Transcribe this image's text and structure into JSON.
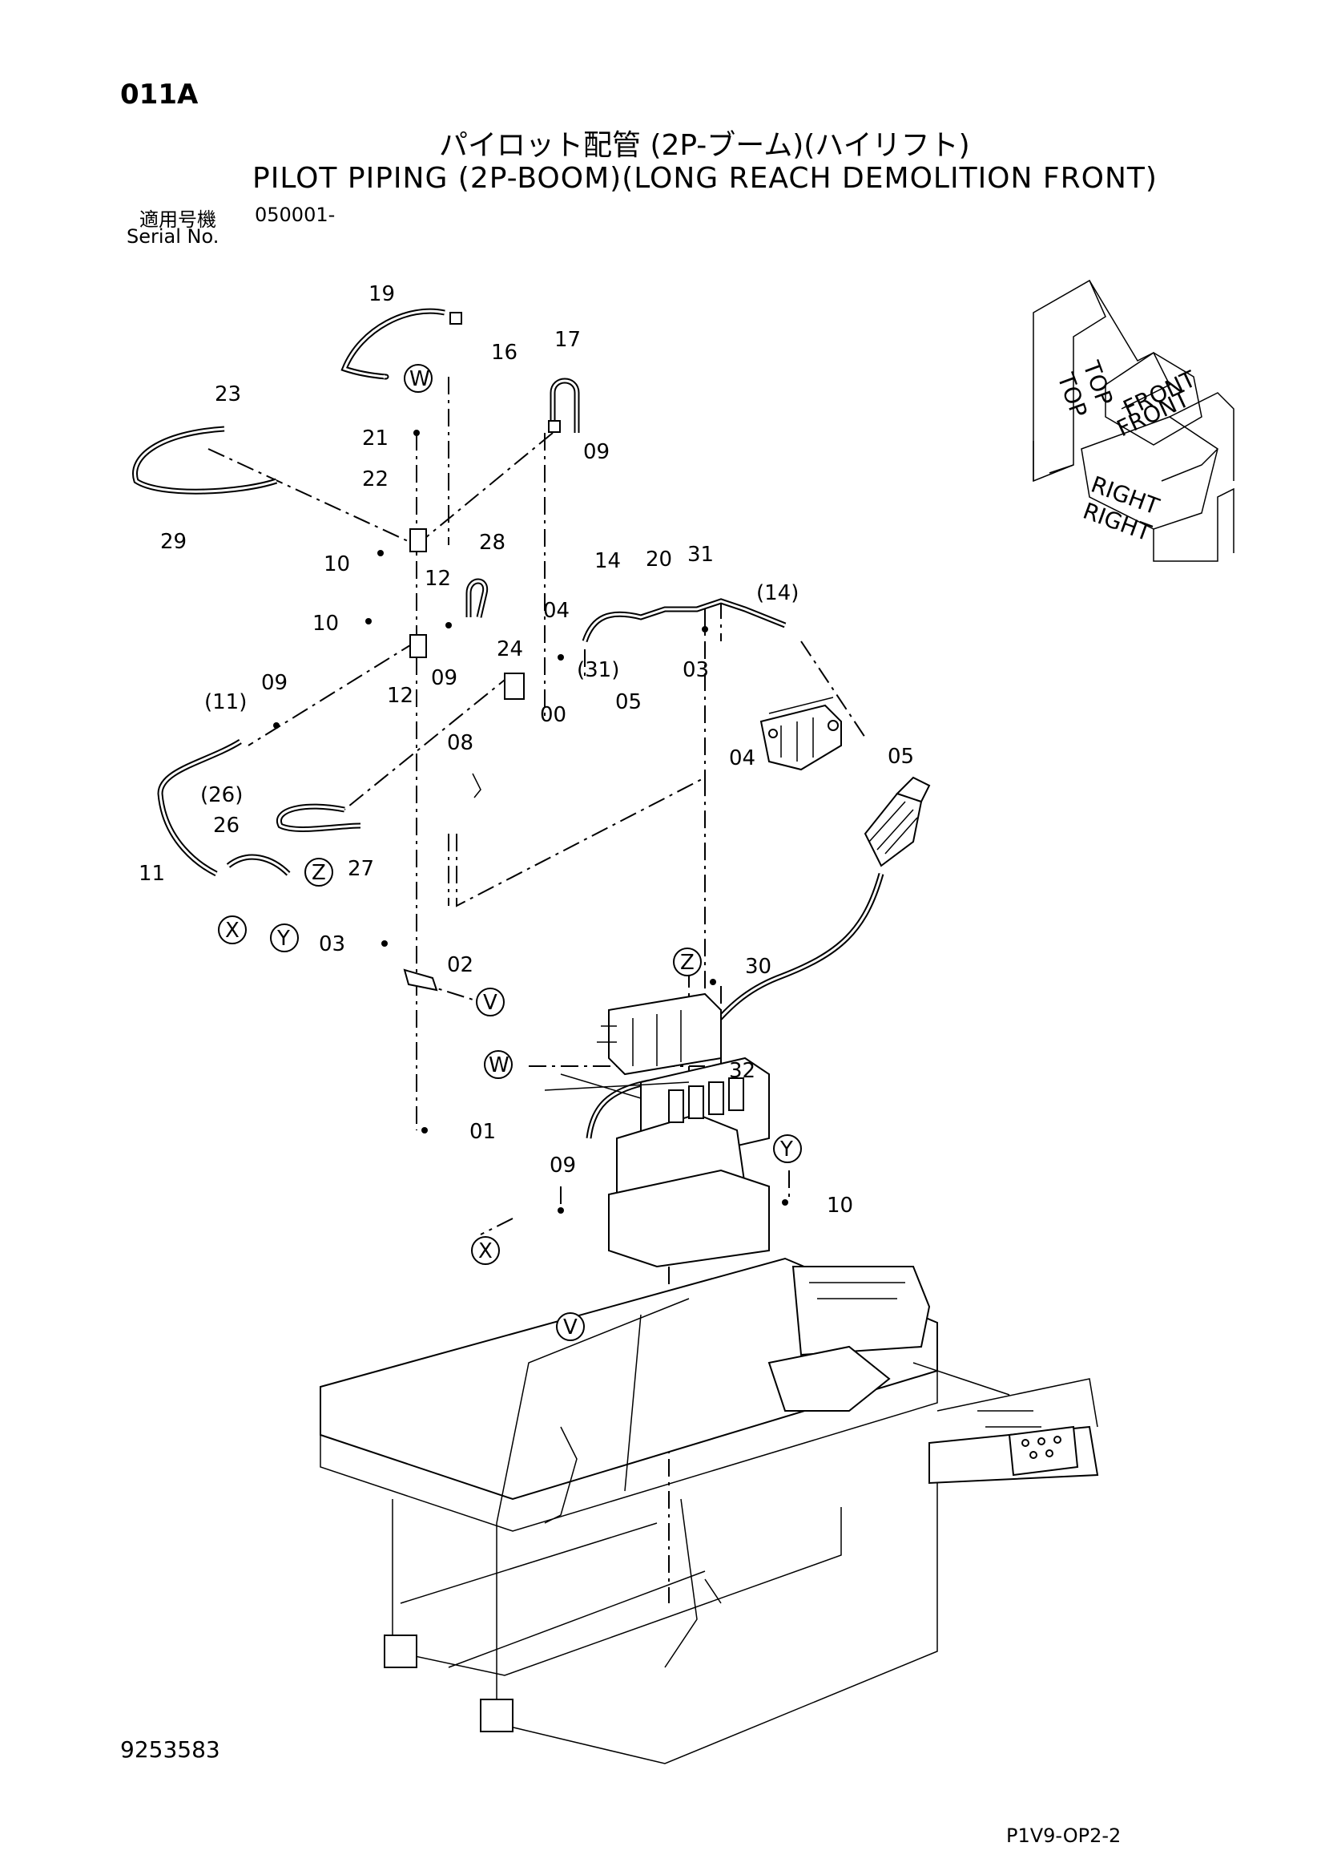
{
  "header": {
    "page_code": "011A",
    "title_ja": "パイロット配管 (2P-ブーム)(ハイリフト)",
    "title_en": "PILOT PIPING (2P-BOOM)(LONG REACH DEMOLITION FRONT)",
    "serial_label_ja": "適用号機",
    "serial_number": "050001-",
    "serial_label_en": "Serial No."
  },
  "callouts": [
    "19",
    "16",
    "17",
    "23",
    "09",
    "21",
    "22",
    "29",
    "10",
    "12",
    "28",
    "14",
    "20",
    "31",
    "(14)",
    "10",
    "04",
    "(31)",
    "03",
    "12",
    "09",
    "24",
    "00",
    "05",
    "09",
    "(11)",
    "08",
    "04",
    "05",
    "(26)",
    "26",
    "27",
    "11",
    "03",
    "02",
    "30",
    "32",
    "01",
    "09",
    "10"
  ],
  "reference_marks": [
    "W",
    "Z",
    "X",
    "Y",
    "V",
    "W",
    "Z",
    "Y",
    "X",
    "V"
  ],
  "orientation": {
    "top": "TOP",
    "front": "FRONT",
    "right": "RIGHT"
  },
  "footer": {
    "doc_number": "9253583",
    "sheet_code": "P1V9-OP2-2"
  }
}
